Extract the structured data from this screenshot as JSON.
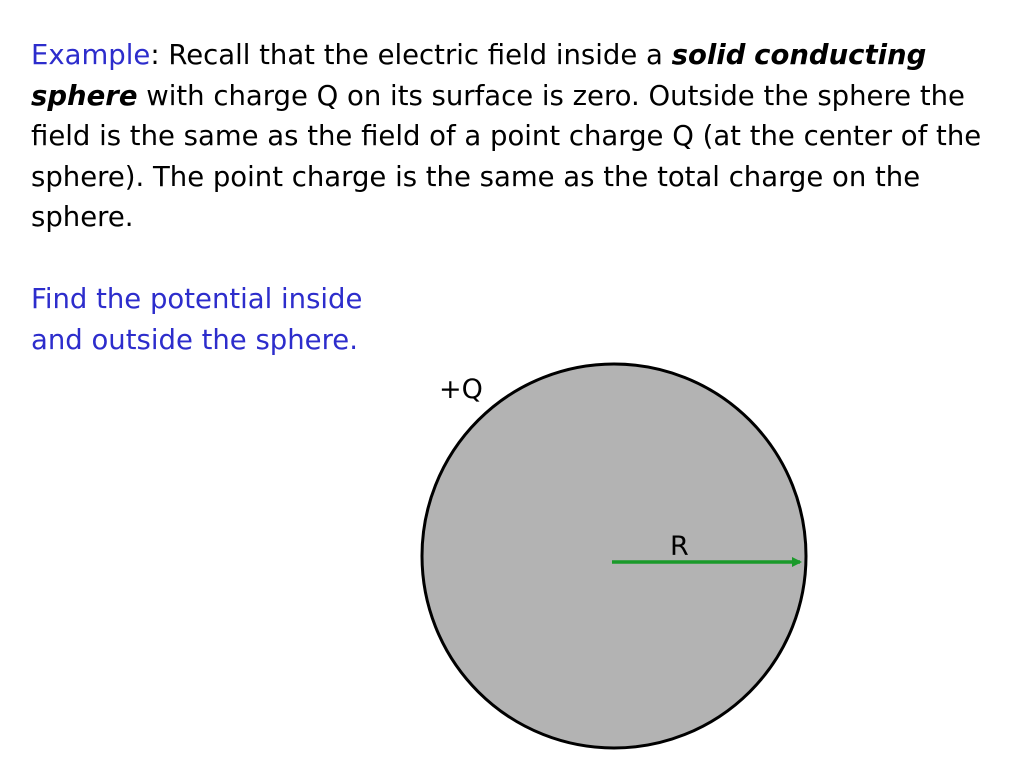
{
  "intro": {
    "lead": "Example",
    "colon": ":",
    "text1": " Recall that the electric field inside a ",
    "emph1": "solid",
    "emph2": "conducting sphere",
    "text2": "  with charge Q on its surface is zero. Outside the sphere the field is the same as the field of a point charge Q (at the center of the sphere). The point charge is the same as the total charge on the sphere."
  },
  "question": "Find the potential inside and outside the sphere.",
  "diagram": {
    "charge_label": "+Q",
    "radius_label": "R"
  },
  "colors": {
    "accent_text": "#2d2dcc",
    "sphere_fill": "#b3b3b3",
    "sphere_stroke": "#000000",
    "radius_arrow": "#1a9a2a"
  }
}
